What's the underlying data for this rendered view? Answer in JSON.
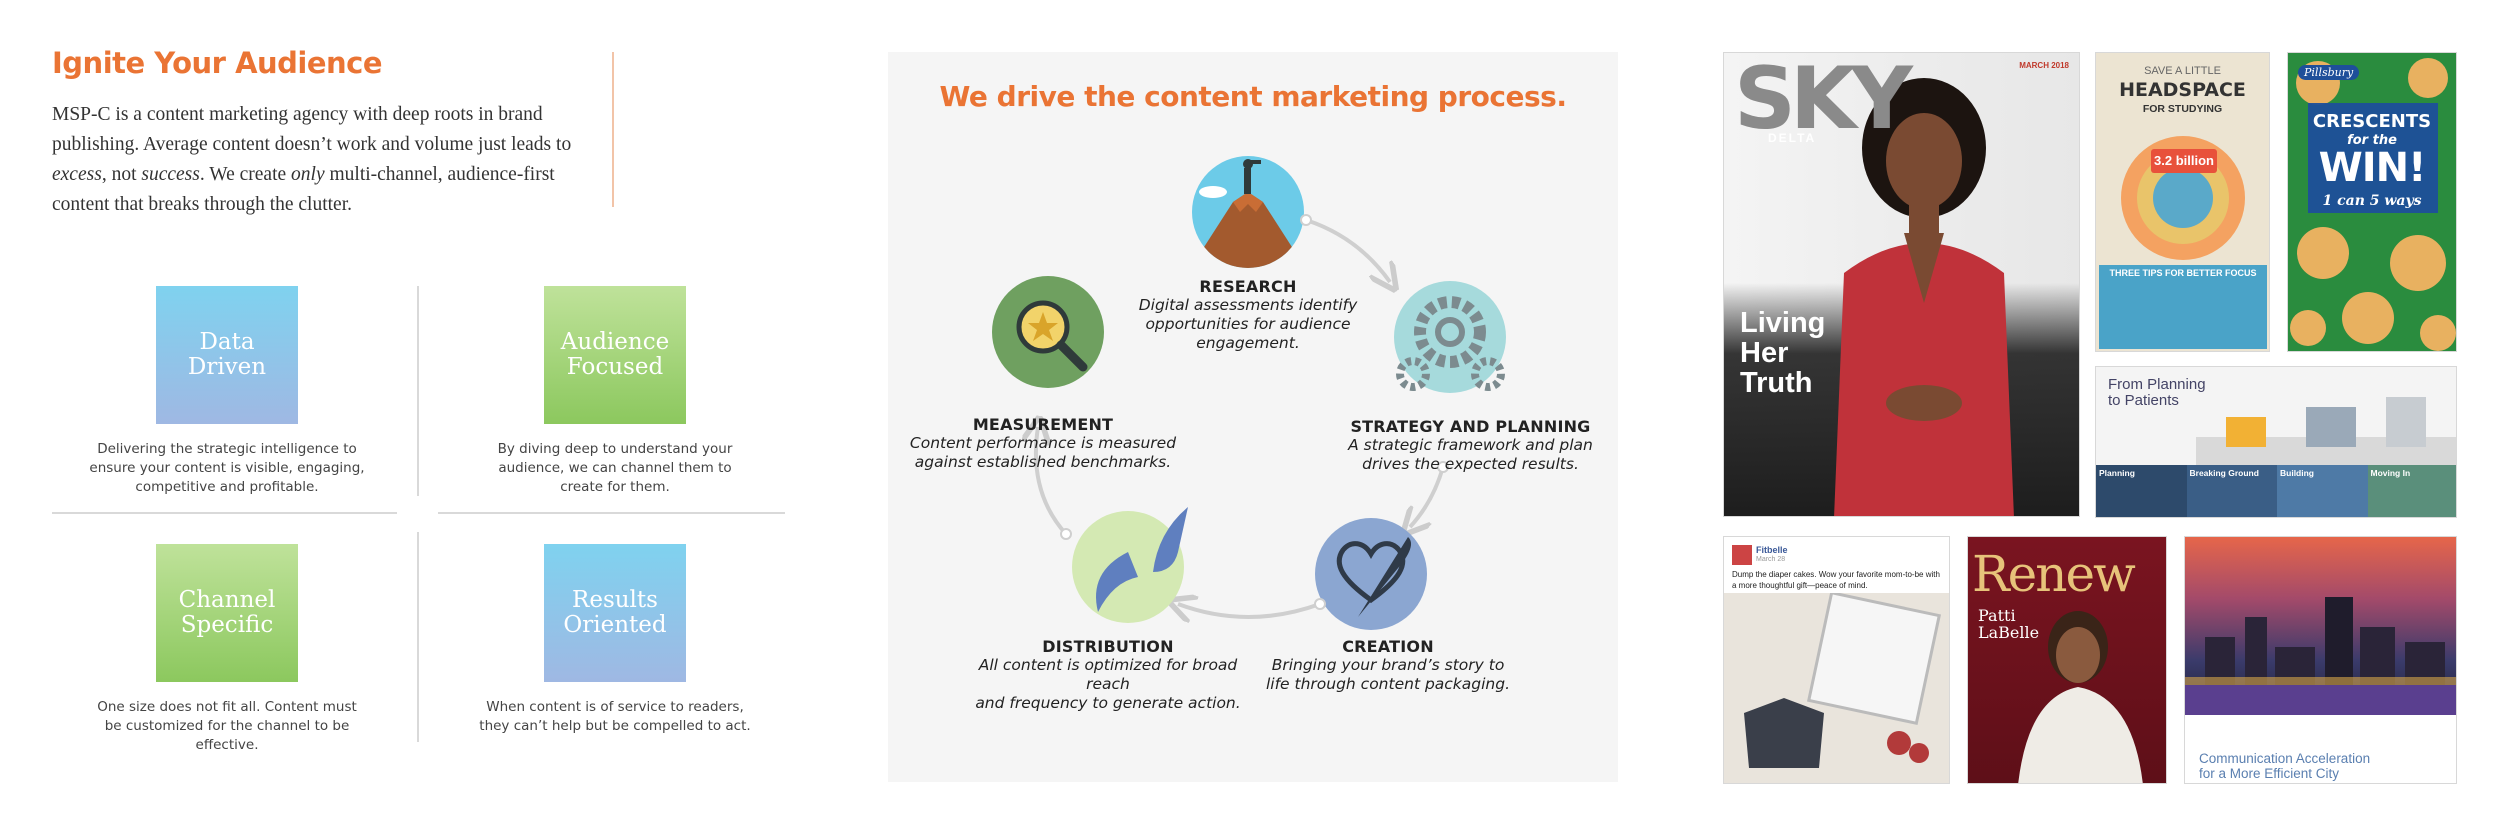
{
  "left": {
    "heading": "Ignite Your Audience",
    "intro": {
      "p1": "MSP-C is a content marketing agency with deep roots in brand publishing. Average content doesn’t work and volume just leads to ",
      "em1": "excess",
      "p2": ", not ",
      "em2": "success",
      "p3": ". We create ",
      "em3": "only",
      "p4": " multi-channel, audience-first content that breaks through the clutter."
    },
    "pillars": [
      {
        "line1": "Data",
        "line2": "Driven",
        "desc": "Delivering the strategic intelligence to ensure your content is visible, engaging, competitive and profitable."
      },
      {
        "line1": "Audience",
        "line2": "Focused",
        "desc": "By diving deep to understand your audience, we can channel them to create for them."
      },
      {
        "line1": "Channel",
        "line2": "Specific",
        "desc": "One size does not fit all. Content must be customized for the channel to be effective."
      },
      {
        "line1": "Results",
        "line2": "Oriented",
        "desc": "When content is of service to readers, they can’t help but be compelled to act."
      }
    ]
  },
  "center": {
    "title": "We drive the content marketing process.",
    "stages": [
      {
        "name": "RESEARCH",
        "desc1": "Digital assessments identify",
        "desc2": "opportunities for audience",
        "desc3": "engagement."
      },
      {
        "name": "STRATEGY AND PLANNING",
        "desc1": "A strategic framework and plan",
        "desc2": "drives the expected results.",
        "desc3": ""
      },
      {
        "name": "CREATION",
        "desc1": "Bringing your brand’s story to",
        "desc2": "life through content packaging.",
        "desc3": ""
      },
      {
        "name": "DISTRIBUTION",
        "desc1": "All content is optimized for broad reach",
        "desc2": "and frequency to generate action.",
        "desc3": ""
      },
      {
        "name": "MEASUREMENT",
        "desc1": "Content performance is measured",
        "desc2": "against established benchmarks.",
        "desc3": ""
      }
    ]
  },
  "samples": {
    "sky": {
      "logo": "SKY",
      "brand": "DELTA",
      "month": "MARCH 2018",
      "line1": "Living",
      "line2": "Her",
      "line3": "Truth"
    },
    "headspace": {
      "small": "SAVE A LITTLE",
      "big": "HEADSPACE",
      "for": "FOR STUDYING",
      "stat": "3.2 billion",
      "tips": "THREE TIPS FOR BETTER FOCUS"
    },
    "crescents": {
      "brand": "Pillsbury",
      "line1": "CRESCENTS",
      "line2": "for the",
      "win": "WIN!",
      "ways": "1 can 5 ways"
    },
    "planning": {
      "line1": "From Planning",
      "line2": "to Patients",
      "steps": [
        "Planning",
        "Breaking Ground",
        "Building",
        "Moving In"
      ]
    },
    "facebook": {
      "name": "Fitbelle",
      "date": "March 28",
      "text": "Dump the diaper cakes. Wow your favorite mom-to-be with a more thoughtful gift—peace of mind."
    },
    "renew": {
      "logo": "Renew",
      "name1": "Patti",
      "name2": "LaBelle"
    },
    "city": {
      "line1": "Communication Acceleration",
      "line2": "for a More Efficient City"
    }
  },
  "colors": {
    "accent": "#ea7434",
    "blue_box": "#8ec6ec",
    "green_box": "#a6d57a"
  }
}
